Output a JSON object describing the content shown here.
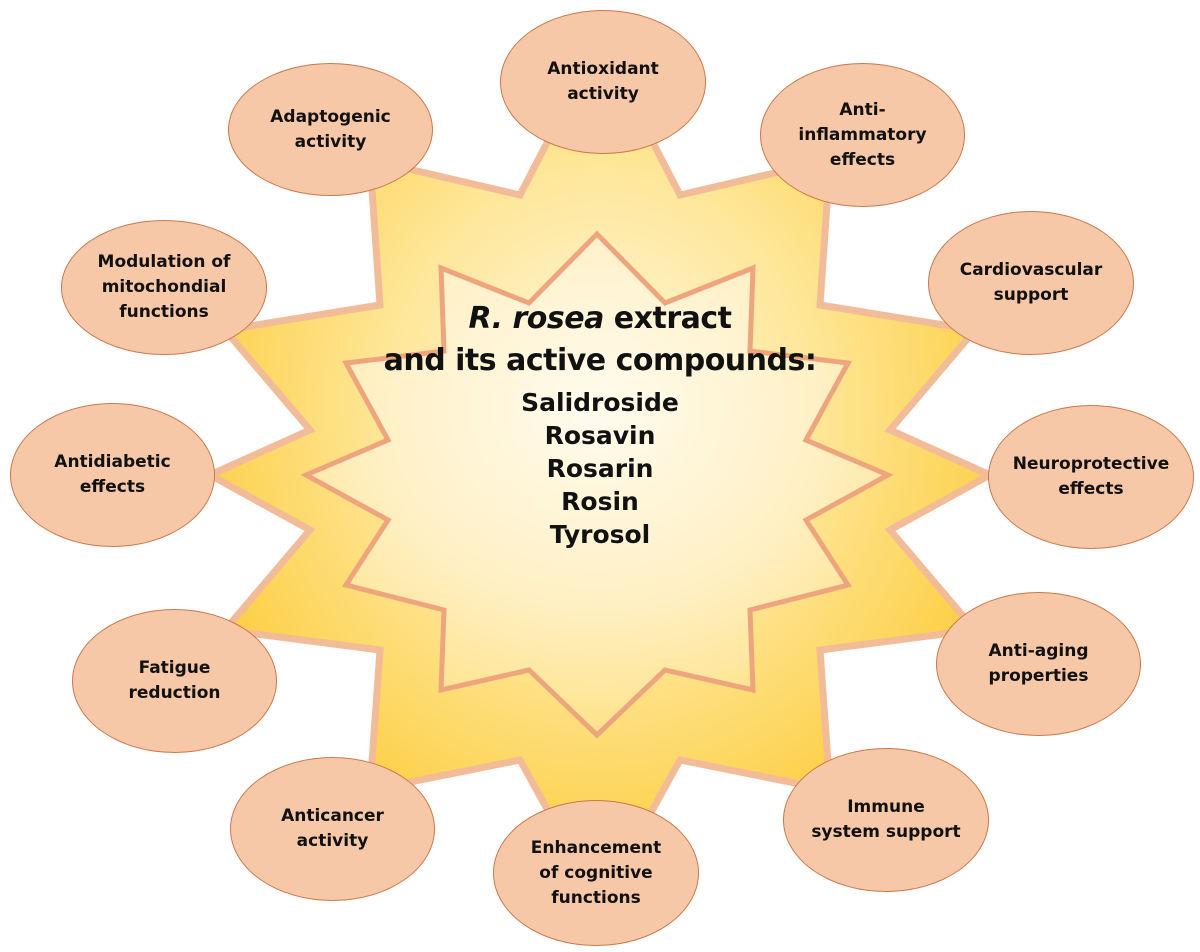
{
  "colors": {
    "background": "#ffffff",
    "bubble_fill": "#f7c8a8",
    "bubble_border": "#c9784a",
    "star_outline": "#f2b48e",
    "star_gradient_light": "#fff6d8",
    "star_gradient_dark": "#fccf3a",
    "text": "#111111"
  },
  "center": {
    "title_italic": "R. rosea",
    "title_rest": " extract",
    "subtitle": "and its active compounds:",
    "compounds": [
      "Salidroside",
      "Rosavin",
      "Rosarin",
      "Rosin",
      "Tyrosol"
    ]
  },
  "effects": [
    {
      "label": "Antioxidant\nactivity"
    },
    {
      "label": "Anti-\ninflammatory\neffects"
    },
    {
      "label": "Cardiovascular\nsupport"
    },
    {
      "label": "Neuroprotective\neffects"
    },
    {
      "label": "Anti-aging\nproperties"
    },
    {
      "label": "Immune\nsystem support"
    },
    {
      "label": "Enhancement\nof cognitive\nfunctions"
    },
    {
      "label": "Anticancer\nactivity"
    },
    {
      "label": "Fatigue\nreduction"
    },
    {
      "label": "Antidiabetic\neffects"
    },
    {
      "label": "Modulation of\nmitochondial\nfunctions"
    },
    {
      "label": "Adaptogenic\nactivity"
    }
  ]
}
